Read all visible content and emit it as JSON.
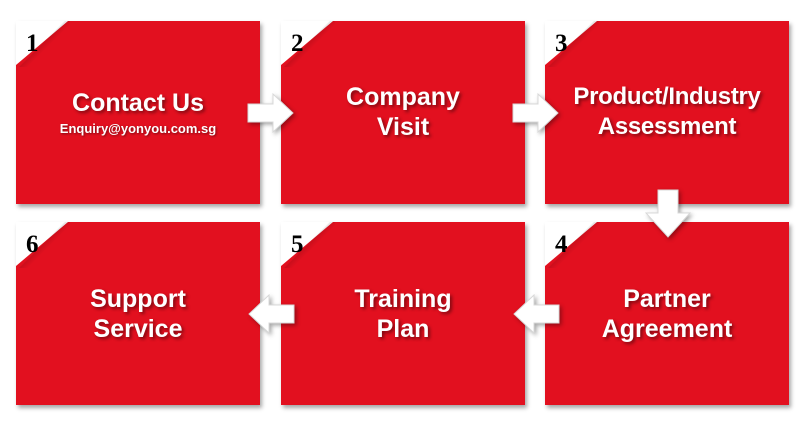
{
  "steps": [
    {
      "number": "1",
      "lines": [
        "Contact Us"
      ],
      "sub": "Enquiry@yonyou.com.sg"
    },
    {
      "number": "2",
      "lines": [
        "Company",
        "Visit"
      ]
    },
    {
      "number": "3",
      "lines": [
        "Product/Industry",
        "Assessment"
      ]
    },
    {
      "number": "4",
      "lines": [
        "Partner",
        "Agreement"
      ]
    },
    {
      "number": "5",
      "lines": [
        "Training",
        "Plan"
      ]
    },
    {
      "number": "6",
      "lines": [
        "Support",
        "Service"
      ]
    }
  ],
  "colors": {
    "box": "#e2101f",
    "corner": "#ffffff",
    "number": "#000000",
    "text": "#ffffff",
    "arrow": "#ffffff"
  },
  "arrows": [
    "right",
    "right",
    "down",
    "left",
    "left"
  ]
}
